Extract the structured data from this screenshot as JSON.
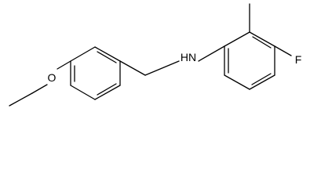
{
  "molecule": {
    "atoms": {
      "oxygen": "O",
      "nitrogen": "HN",
      "fluorine": "F"
    }
  },
  "colors": {
    "bond": "#000000",
    "label": "#000000",
    "background": "#ffffff"
  }
}
